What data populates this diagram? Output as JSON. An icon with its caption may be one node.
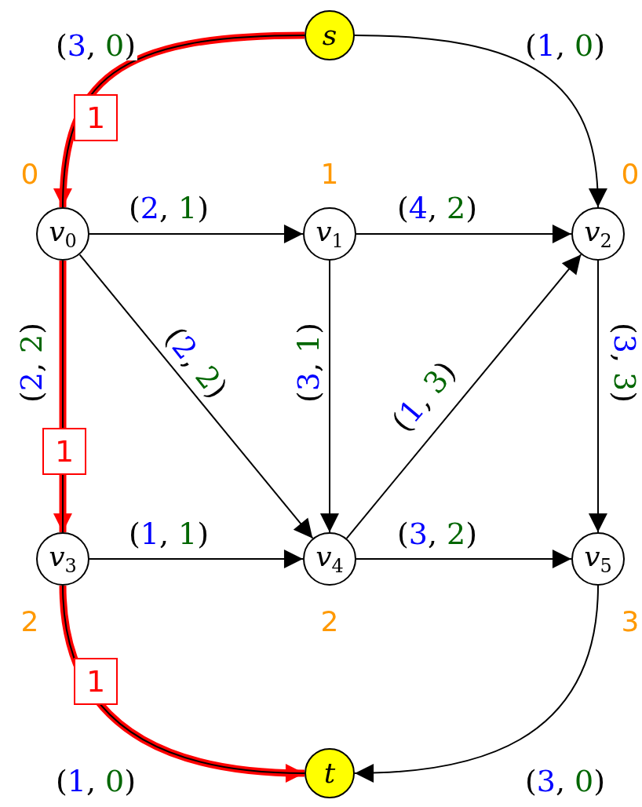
{
  "diagram": {
    "nodes": [
      {
        "text": [
          "s"
        ]
      },
      {
        "text": [
          "v$_{0}$"
        ],
        "beside": [
          "0"
        ]
      },
      {
        "text": [
          "v$_{1}$"
        ],
        "beside": [
          "1"
        ]
      },
      {
        "text": [
          "v$_{2}$"
        ],
        "beside": [
          "0"
        ]
      },
      {
        "text": [
          "v$_{3}$"
        ],
        "beside": [
          "2"
        ]
      },
      {
        "text": [
          "v$_{4}$"
        ],
        "beside": [
          "2"
        ]
      },
      {
        "text": [
          "v$_{5}$"
        ],
        "beside": [
          "3"
        ]
      },
      {
        "text": [
          "t"
        ]
      }
    ],
    "edges": [
      {
        "from": 0,
        "to": 1,
        "arrow": "to",
        "label": "(3, 0)",
        "style": "thick",
        "color": "#ff0000"
      },
      {
        "from": 0,
        "to": 3,
        "arrow": "to",
        "label": "(1, 0)"
      },
      {
        "from": 1,
        "to": 2,
        "arrow": "to",
        "label": "(2, 1)"
      },
      {
        "from": 2,
        "to": 3,
        "arrow": "to",
        "label": "(4, 2)"
      },
      {
        "from": 1,
        "to": 4,
        "arrow": "to",
        "label": "(2, 2)",
        "style": "thick",
        "color": "#ff0000"
      },
      {
        "from": 1,
        "to": 5,
        "arrow": "to",
        "label": "(2, 2)"
      },
      {
        "from": 2,
        "to": 5,
        "arrow": "to",
        "label": "(3, 1)"
      },
      {
        "from": 5,
        "to": 3,
        "arrow": "to",
        "label": "(1, 3)"
      },
      {
        "from": 3,
        "to": 6,
        "arrow": "to",
        "label": "(3, 3)"
      },
      {
        "from": 4,
        "to": 5,
        "arrow": "to",
        "label": "(1, 1)"
      },
      {
        "from": 5,
        "to": 6,
        "arrow": "to",
        "label": "(3, 2)"
      },
      {
        "from": 4,
        "to": 7,
        "arrow": "to",
        "label": "(1, 0)",
        "style": "thick",
        "color": "#ff0000"
      },
      {
        "from": 6,
        "to": 7,
        "arrow": "to",
        "label": "(3, 0)"
      }
    ],
    "labels": [
      "1",
      "1",
      "1"
    ]
  }
}
